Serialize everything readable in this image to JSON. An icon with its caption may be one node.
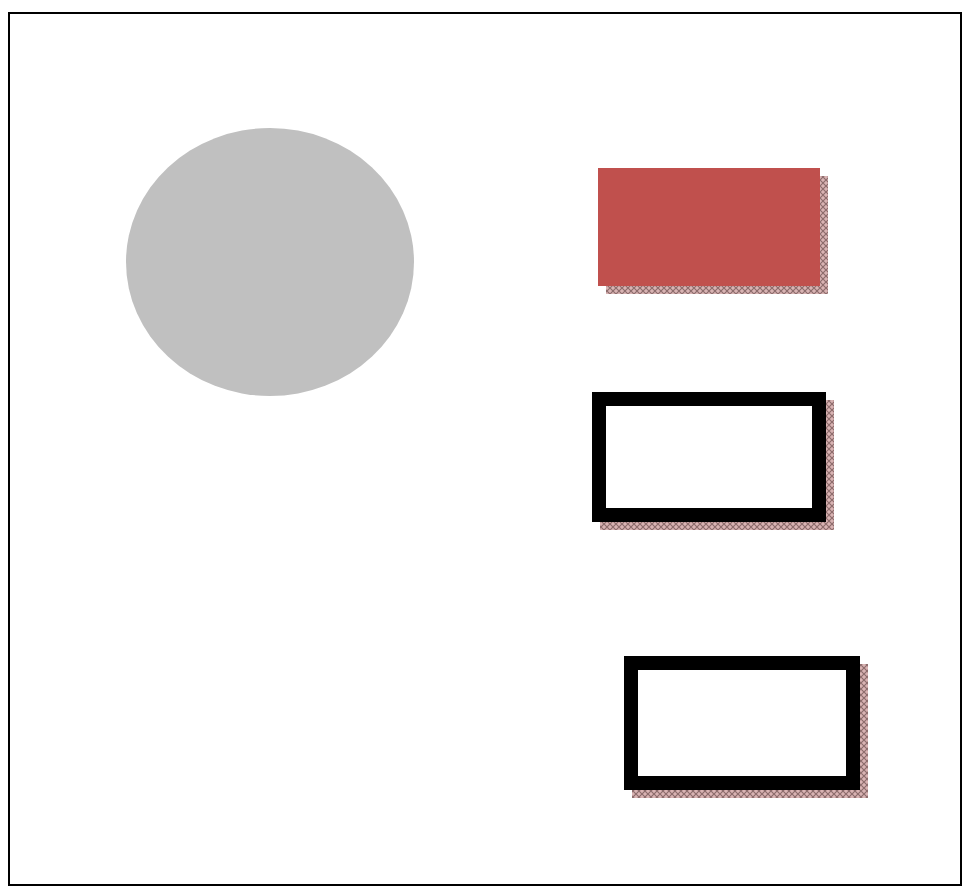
{
  "diagram": {
    "nodes": [
      {
        "text": [],
        "shape": "ellipse"
      },
      {
        "text": [],
        "shape": "box"
      },
      {
        "text": [],
        "shape": "box"
      },
      {
        "text": [],
        "shape": "box"
      }
    ]
  }
}
